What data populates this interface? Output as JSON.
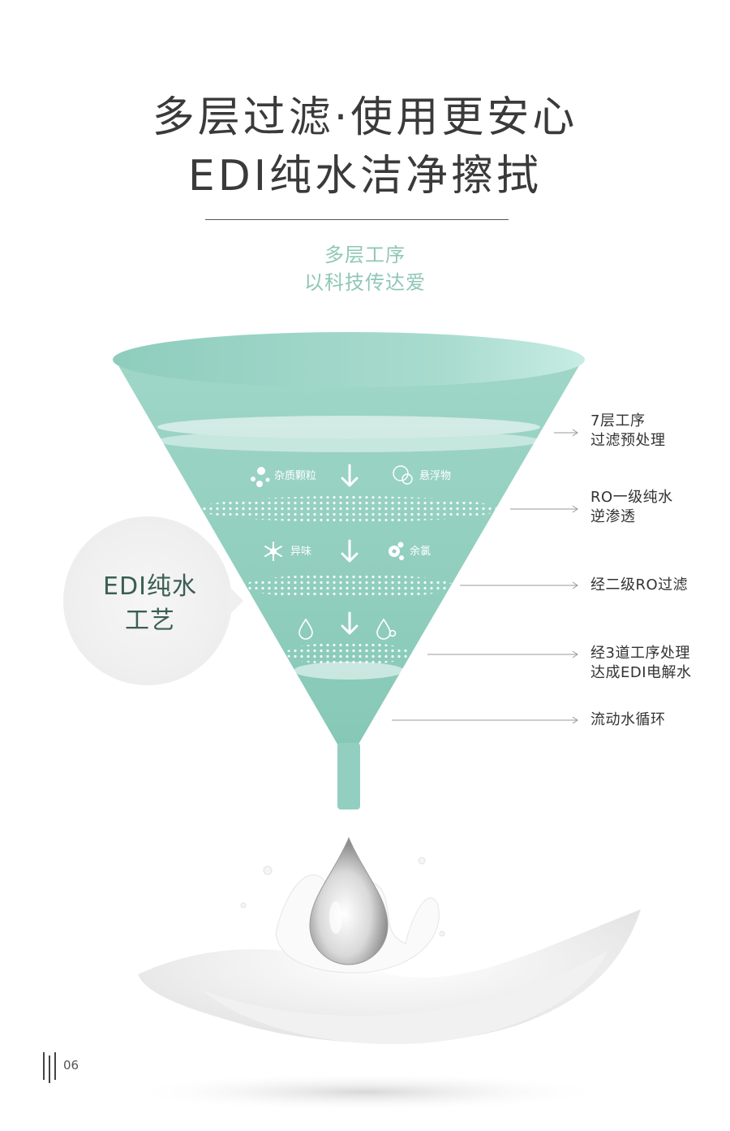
{
  "heading": {
    "line1": "多层过滤·使用更安心",
    "line2": "EDI纯水洁净擦拭"
  },
  "subheading": {
    "line1": "多层工序",
    "line2": "以科技传达爱"
  },
  "bubble": {
    "line1": "EDI纯水",
    "line2": "工艺"
  },
  "funnel_labels": {
    "impurity_particles": "杂质颗粒",
    "suspended_matter": "悬浮物",
    "odor": "异味",
    "residual_chlorine": "余氯"
  },
  "callouts": [
    {
      "lines": [
        "7层工序",
        "过滤预处理"
      ]
    },
    {
      "lines": [
        "RO一级纯水",
        "逆渗透"
      ]
    },
    {
      "lines": [
        "经二级RO过滤"
      ]
    },
    {
      "lines": [
        "经3道工序处理",
        "达成EDI电解水"
      ]
    },
    {
      "lines": [
        "流动水循环"
      ]
    }
  ],
  "footer": {
    "page_number": "06"
  },
  "colors": {
    "funnel": "#8fcfbf",
    "funnel_light": "#b9e3d8",
    "accent_text": "#8fc7b7",
    "title_text": "#3a3a3a",
    "bubble_bg": "#f2f2f2"
  }
}
